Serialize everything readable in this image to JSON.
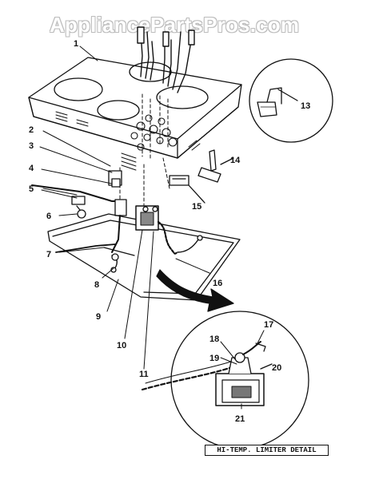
{
  "watermark": "AppliancePartsPros.com",
  "callouts": [
    "1",
    "2",
    "3",
    "4",
    "5",
    "6",
    "7",
    "8",
    "9",
    "10",
    "11",
    "13",
    "14",
    "15",
    "16",
    "17",
    "18",
    "19",
    "20",
    "21"
  ],
  "detail_label": "HI-TEMP. LIMITER DETAIL"
}
